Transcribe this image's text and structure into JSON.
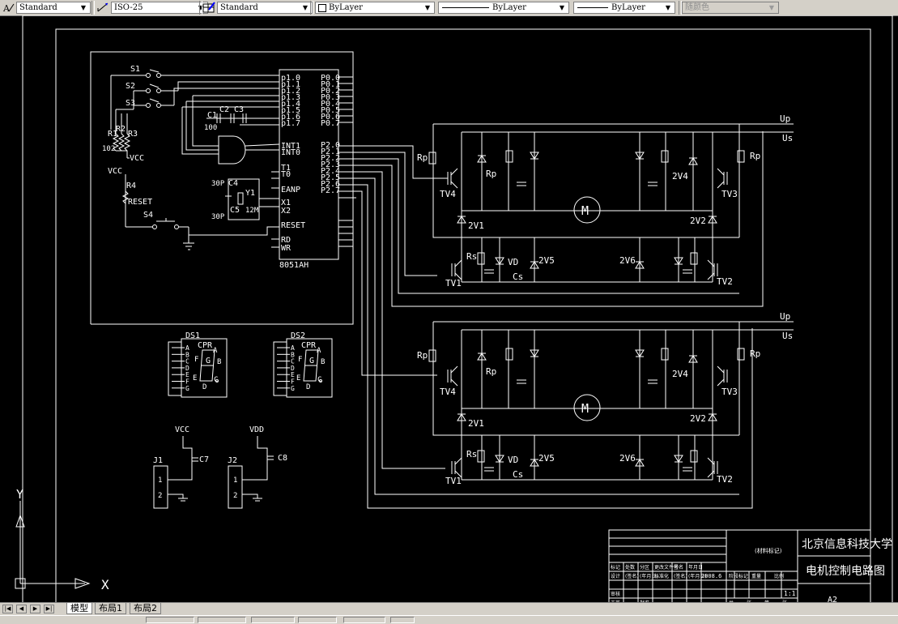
{
  "toolbar": {
    "text_style": "Standard",
    "dim_style": "ISO-25",
    "table_style": "Standard",
    "layer": "ByLayer",
    "linetype": "ByLayer",
    "lineweight": "ByLayer",
    "color": "随颜色"
  },
  "tabs": {
    "model": "模型",
    "layout1": "布局1",
    "layout2": "布局2"
  },
  "ucs": {
    "y": "Y",
    "x": "X"
  },
  "mcu": {
    "p1_pins": [
      "p1.0",
      "p1.1",
      "p1.2",
      "p1.3",
      "p1.4",
      "p1.5",
      "p1.6",
      "p1.7"
    ],
    "p0_pins": [
      "P0.0",
      "P0.1",
      "P0.2",
      "P0.3",
      "P0.4",
      "P0.5",
      "P0.6",
      "P0.7"
    ],
    "p3_labels": [
      "INT1",
      "INT0",
      "T1",
      "T0",
      "EANP",
      "X1",
      "X2",
      "RESET",
      "RD",
      "WR"
    ],
    "p2_pins": [
      "P2.0",
      "P2.1",
      "P2.2",
      "P2.3",
      "P2.4",
      "P2.5",
      "P2.6",
      "P2.7"
    ],
    "name": "8051AH"
  },
  "ctrl": {
    "s1": "S1",
    "s2": "S2",
    "s3": "S3",
    "s4": "S4",
    "c1": "C1",
    "c2": "C2",
    "c3": "C3",
    "c100": "100",
    "r1": "R1",
    "r2": "R2",
    "r3": "R3",
    "r102": "102",
    "vcc": "VCC",
    "vcc2": "VCC",
    "r4": "R4",
    "reset": "RESET",
    "c4": "C4",
    "c5": "C5",
    "p30a": "30P",
    "p30b": "30P",
    "y1": "Y1",
    "m12": "12M"
  },
  "displays": {
    "ds1": "DS1",
    "ds2": "DS2",
    "cpr": "CPR",
    "segs": [
      "A",
      "B",
      "C",
      "D",
      "E",
      "F",
      "G"
    ],
    "side": [
      "A",
      "B",
      "C",
      "D",
      "E",
      "F",
      "G"
    ]
  },
  "power": {
    "vcc": "VCC",
    "vdd": "VDD",
    "j1": "J1",
    "j2": "J2",
    "c7": "C7",
    "c8": "C8",
    "pin1": "1",
    "pin2": "2"
  },
  "bridge": {
    "up": "Up",
    "us": "Us",
    "rp": "Rp",
    "tv1": "TV1",
    "tv2": "TV2",
    "tv3": "TV3",
    "tv4": "TV4",
    "v1": "2V1",
    "v2": "2V2",
    "v4": "2V4",
    "v5": "2V5",
    "v6": "2V6",
    "vd": "VD",
    "cs": "Cs",
    "rs": "Rs",
    "m": "M"
  },
  "title_block": {
    "school": "北京信息科技大学",
    "drawing_name": "电机控制电路图",
    "material": "(材料标记)",
    "size": "A2",
    "scale": "1:1",
    "date": "2008.6",
    "rows": [
      "标记",
      "处数",
      "分区",
      "更改文件号",
      "签名",
      "年月日"
    ],
    "row2": [
      "设计",
      "(签名)",
      "(年月日)",
      "标准化",
      "(签名)",
      "(年月日)"
    ],
    "row3": [
      "审核",
      "",
      "",
      "",
      "",
      ""
    ],
    "row4": [
      "工艺",
      "",
      "批准",
      "",
      "",
      ""
    ],
    "stage_labels": [
      "阶段标记",
      "重量",
      "比例"
    ],
    "sheet": [
      "共",
      "张",
      "第",
      "张"
    ]
  },
  "colors": {
    "background": "#000000",
    "line": "#ffffff",
    "ui": "#d4d0c8"
  }
}
